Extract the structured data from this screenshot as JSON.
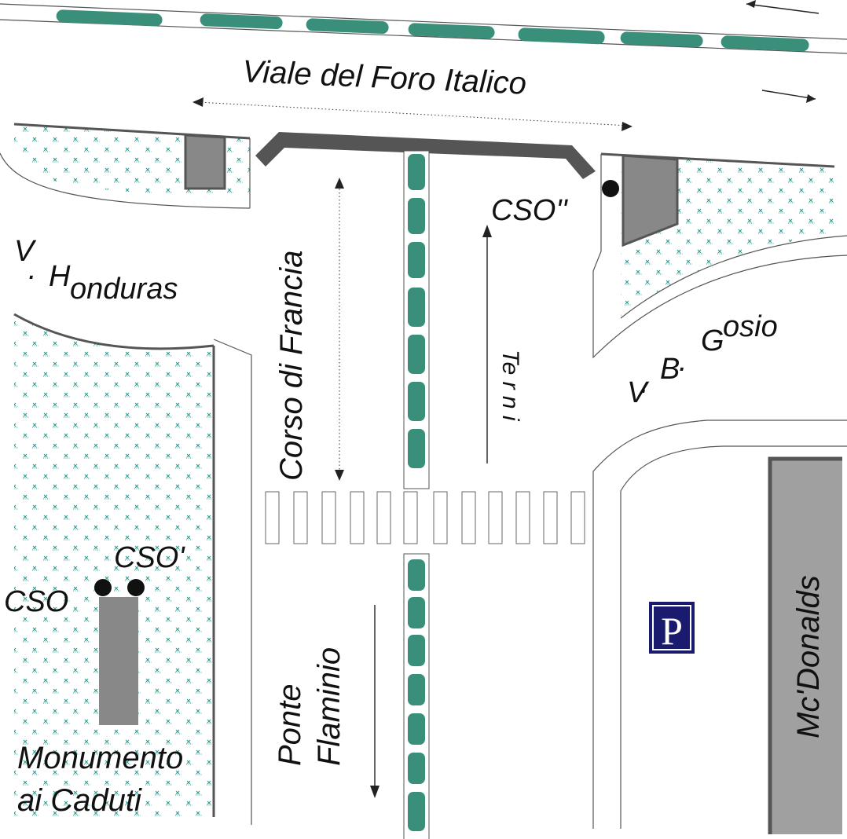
{
  "streets": {
    "viale_foro_italico": "Viale del Foro Italico",
    "v_honduras_v": "V",
    "v_honduras_dot": ".",
    "v_honduras_h": "H",
    "v_honduras_rest": "onduras",
    "corso_di_francia": "Corso di Francia",
    "terni": "Te r n i",
    "v_b_gosio_v": "V",
    "v_b_gosio_dot": ".",
    "v_b_gosio_b": "B",
    "v_b_gosio_dot2": ".",
    "v_b_gosio_g": "G",
    "v_b_gosio_rest": "osio",
    "ponte": "Ponte",
    "flaminio": "Flaminio"
  },
  "points": {
    "cso": "CSO",
    "cso_prime": "CSO'",
    "cso_double_prime": "CSO''"
  },
  "landmarks": {
    "monumento_line1": "Monumento",
    "monumento_line2": "ai Caduti",
    "mcdonalds": "Mc'Donalds",
    "parking": "P"
  },
  "colors": {
    "vegetation": "#2a9d8f",
    "hedge": "#3a8f7a",
    "building": "#888888",
    "parking_bg": "#1a1a6e"
  }
}
